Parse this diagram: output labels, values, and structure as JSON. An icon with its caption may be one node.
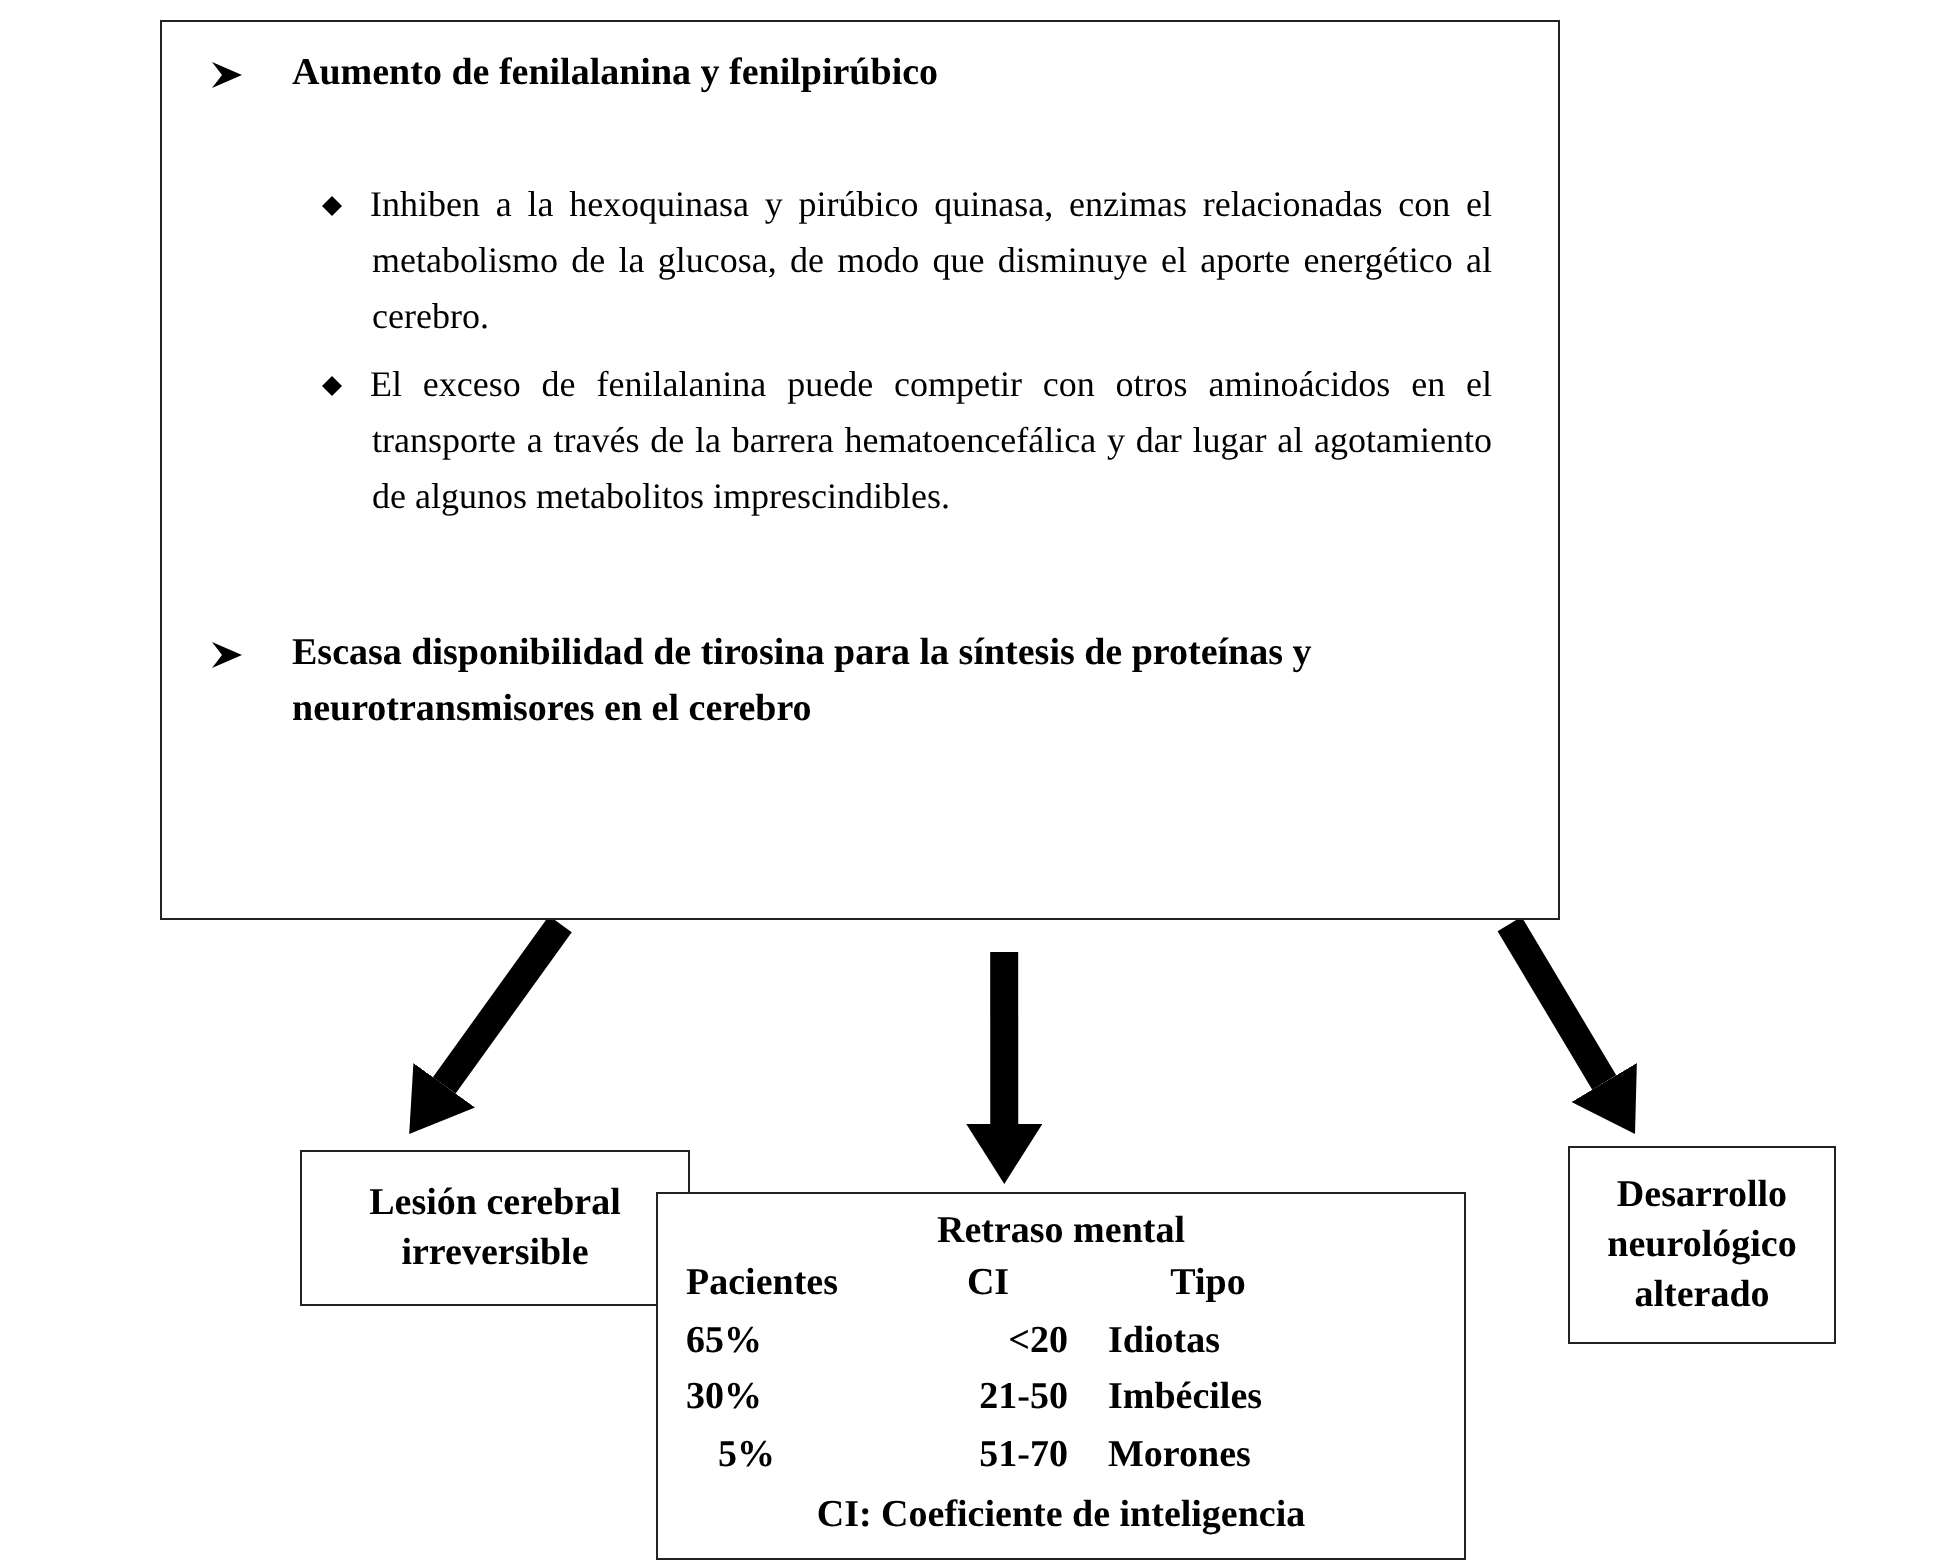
{
  "diagram": {
    "nodes": [
      {
        "text": [
          "Aumento de fenilalanina y fenilpirúbico",
          "Inhiben a la hexoquinasa y pirúbico quinasa, enzimas relacionadas con el metabolismo de la glucosa, de modo que disminuye el aporte energético al cerebro.",
          "El exceso de fenilalanina puede competir con otros aminoácidos en el transporte a través de la barrera hematoencefálica y dar lugar al agotamiento de algunos metabolitos imprescindibles.",
          "Escasa disponibilidad de tirosina para la síntesis de proteínas y neurotransmisores en el cerebro"
        ]
      },
      {
        "text": [
          "Lesión cerebral irreversible"
        ]
      },
      {
        "text": [
          "Retraso mental",
          "Pacientes",
          "CI",
          "Tipo",
          "65%",
          "<20",
          "Idiotas",
          "30%",
          "21-50",
          "Imbéciles",
          "5%",
          "51-70",
          "Morones",
          "CI: Coeficiente de inteligencia"
        ]
      },
      {
        "text": [
          "Desarrollo neurológico alterado"
        ]
      }
    ],
    "edges": [
      {
        "from": 0,
        "to": 1,
        "arrow": "to"
      },
      {
        "from": 0,
        "to": 2,
        "arrow": "to"
      },
      {
        "from": 0,
        "to": 3,
        "arrow": "to"
      }
    ]
  }
}
